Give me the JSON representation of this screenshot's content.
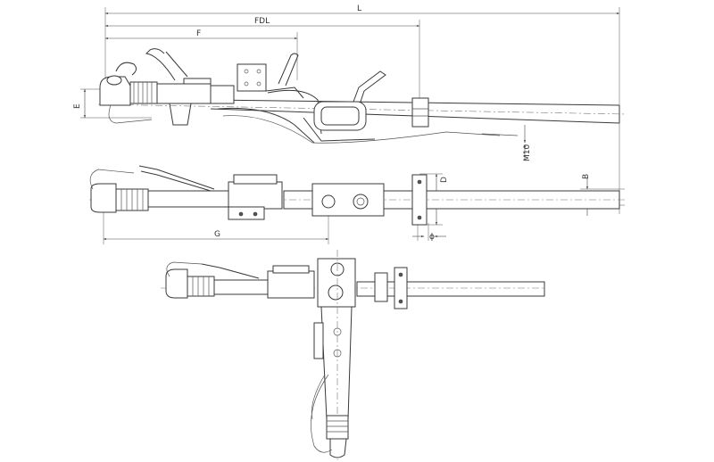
{
  "dimensions": {
    "L": "L",
    "FDL": "FDL",
    "F": "F",
    "E": "E",
    "M10": "M10",
    "D": "D",
    "B": "B",
    "G": "G",
    "phi": "ϕ"
  }
}
